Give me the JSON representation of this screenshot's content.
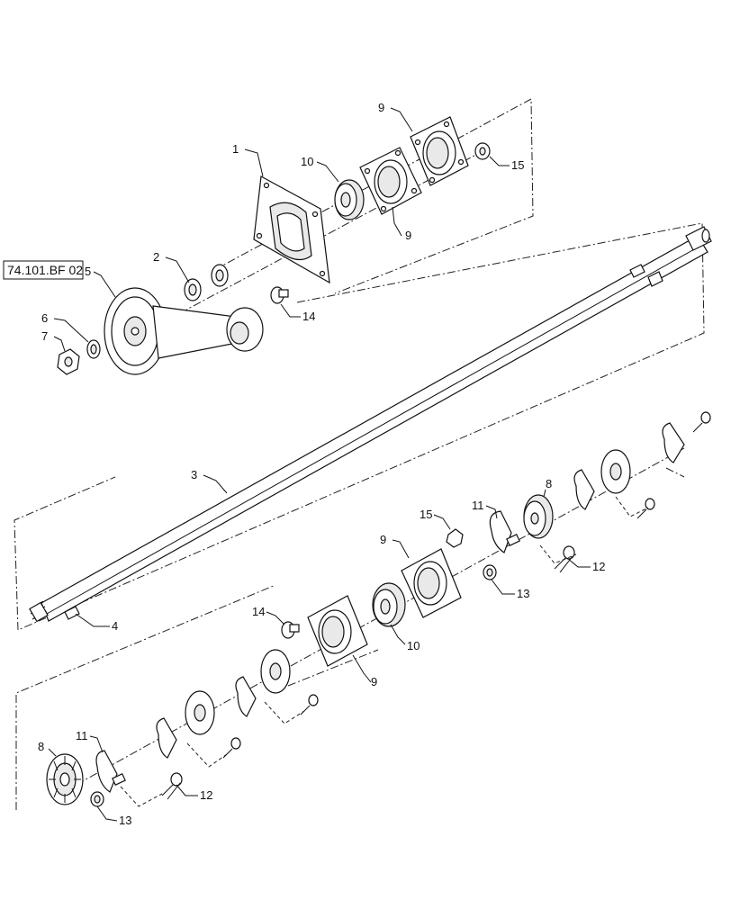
{
  "reference_box": "74.101.BF 02",
  "callouts": [
    {
      "id": "c1",
      "text": "1"
    },
    {
      "id": "c2",
      "text": "2"
    },
    {
      "id": "c3",
      "text": "3"
    },
    {
      "id": "c4",
      "text": "4"
    },
    {
      "id": "c5",
      "text": "5"
    },
    {
      "id": "c6",
      "text": "6"
    },
    {
      "id": "c7",
      "text": "7"
    },
    {
      "id": "c8a",
      "text": "8"
    },
    {
      "id": "c8b",
      "text": "8"
    },
    {
      "id": "c9a",
      "text": "9"
    },
    {
      "id": "c9b",
      "text": "9"
    },
    {
      "id": "c9c",
      "text": "9"
    },
    {
      "id": "c9d",
      "text": "9"
    },
    {
      "id": "c10a",
      "text": "10"
    },
    {
      "id": "c10b",
      "text": "10"
    },
    {
      "id": "c11a",
      "text": "11"
    },
    {
      "id": "c11b",
      "text": "11"
    },
    {
      "id": "c12a",
      "text": "12"
    },
    {
      "id": "c12b",
      "text": "12"
    },
    {
      "id": "c13a",
      "text": "13"
    },
    {
      "id": "c13b",
      "text": "13"
    },
    {
      "id": "c14a",
      "text": "14"
    },
    {
      "id": "c14b",
      "text": "14"
    },
    {
      "id": "c15a",
      "text": "15"
    },
    {
      "id": "c15b",
      "text": "15"
    }
  ]
}
